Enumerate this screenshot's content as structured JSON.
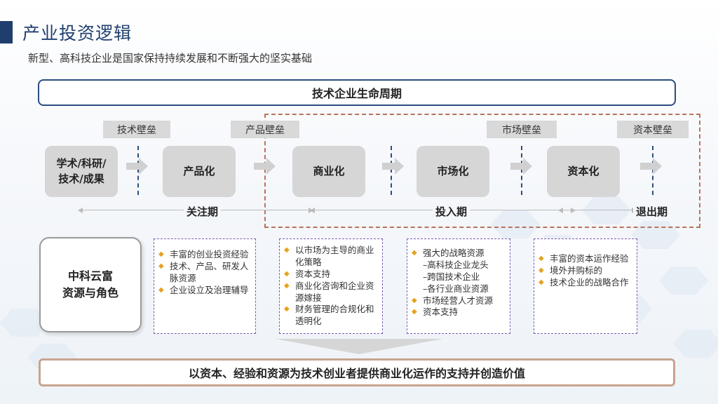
{
  "title": "产业投资逻辑",
  "subtitle": "新型、高科技企业是国家保持持续发展和不断强大的坚实基础",
  "lifecycle_banner": "技术企业生命周期",
  "barriers": [
    "技术壁垒",
    "产品壁垒",
    "市场壁垒",
    "资本壁垒"
  ],
  "stages": [
    {
      "line1": "学术/科研/",
      "line2": "技术/成果"
    },
    {
      "line1": "产品化",
      "line2": ""
    },
    {
      "line1": "商业化",
      "line2": ""
    },
    {
      "line1": "市场化",
      "line2": ""
    },
    {
      "line1": "资本化",
      "line2": ""
    }
  ],
  "phases": [
    "关注期",
    "投入期",
    "退出期"
  ],
  "role": {
    "line1": "中科云富",
    "line2": "资源与角色"
  },
  "cards": [
    {
      "items": [
        {
          "text": "丰富的创业投资经验",
          "subs": []
        },
        {
          "text": "技术、产品、研发人脉资源",
          "subs": []
        },
        {
          "text": "企业设立及治理辅导",
          "subs": []
        }
      ]
    },
    {
      "items": [
        {
          "text": "以市场为主导的商业化策略",
          "subs": []
        },
        {
          "text": "资本支持",
          "subs": []
        },
        {
          "text": "商业化咨询和企业资源嫁接",
          "subs": []
        },
        {
          "text": "财务管理的合规化和透明化",
          "subs": []
        }
      ]
    },
    {
      "items": [
        {
          "text": "强大的战略资源",
          "subs": [
            "–高科技企业龙头",
            "–跨国技术企业",
            "–各行业商业资源"
          ]
        },
        {
          "text": "市场经营人才资源",
          "subs": []
        },
        {
          "text": "资本支持",
          "subs": []
        }
      ]
    },
    {
      "items": [
        {
          "text": "丰富的资本运作经验",
          "subs": []
        },
        {
          "text": "境外并购标的",
          "subs": []
        },
        {
          "text": "技术企业的战略合作",
          "subs": []
        }
      ]
    }
  ],
  "bottom_banner": "以资本、经验和资源为技术创业者提供商业化运作的支持并创造价值",
  "colors": {
    "accent": "#1f3e6e",
    "bullet": "#e6a11f",
    "frame": "#b9735a",
    "card_border": "#7a5bb0"
  }
}
